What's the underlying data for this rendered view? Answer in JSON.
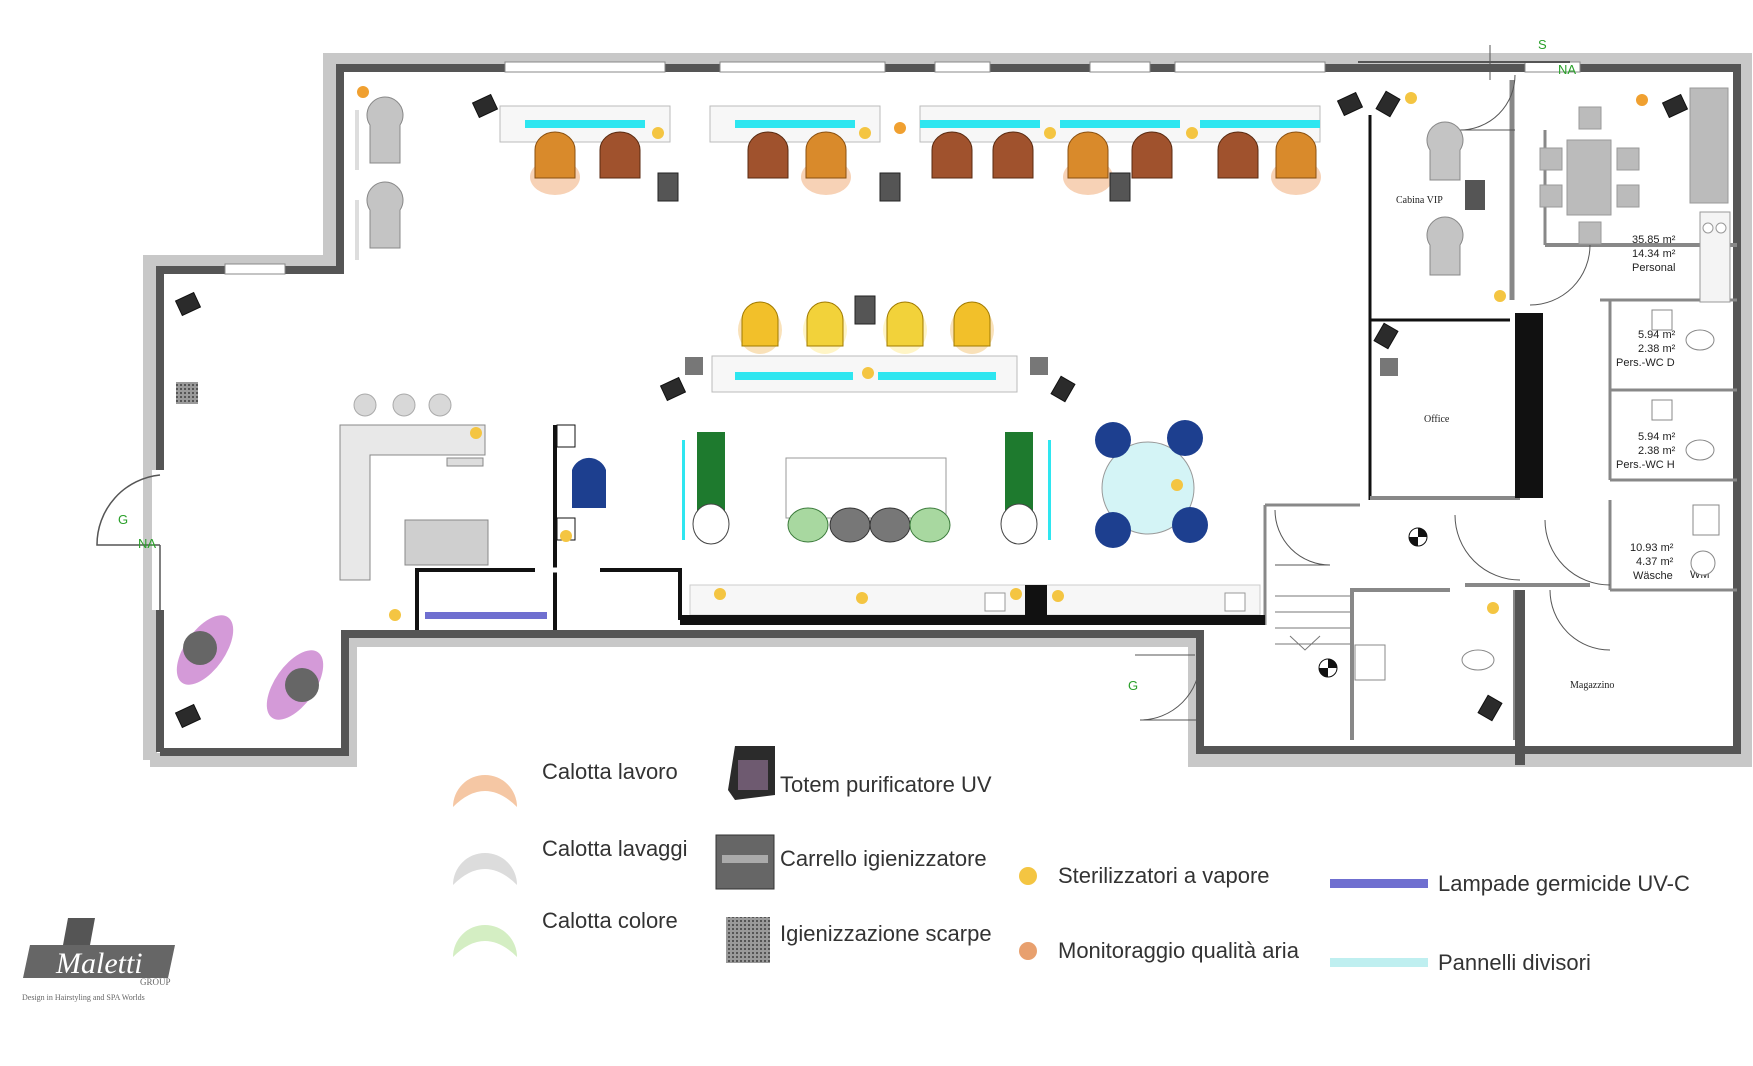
{
  "colors": {
    "wall": "#555555",
    "wall_light": "#bdbdbd",
    "calotta_lavoro": "#f5c7a4",
    "calotta_lavaggi": "#dcdcdc",
    "calotta_colore": "#d4eec3",
    "sterilizzatori": "#f4c542",
    "monitoraggio": "#e8a06e",
    "lampade_uvc": "#6f6fd0",
    "pannelli": "#bfeff0",
    "cyan_panel": "#2ee6f0",
    "chair_orange": "#e79a3a",
    "chair_brown": "#a0522d",
    "chair_yellow": "#f2d23a",
    "chair_blue": "#1d3f8f",
    "chair_green": "#1e7a2e",
    "seat_purple": "#d49ad8",
    "table_cyan": "#d4f4f6"
  },
  "rooms": {
    "cabina_vip": "Cabina VIP",
    "office": "Office",
    "magazzino": "Magazzino",
    "personal_area1": "35.85 m²",
    "personal_area2": "14.34 m²",
    "personal_label": "Personal",
    "wcd_area1": "5.94 m²",
    "wcd_area2": "2.38 m²",
    "wcd_label": "Pers.-WC D",
    "wch_area1": "5.94 m²",
    "wch_area2": "2.38 m²",
    "wch_label": "Pers.-WC H",
    "wasche_area1": "10.93 m²",
    "wasche_area2": "4.37 m²",
    "wasche_label": "Wäsche",
    "wm_label": "WM"
  },
  "markers": {
    "s_top": "S",
    "na_top": "NA",
    "g_left": "G",
    "na_left": "NA",
    "g_bottom": "G"
  },
  "legend": {
    "calotta_lavoro": "Calotta lavoro",
    "calotta_lavaggi": "Calotta lavaggi",
    "calotta_colore": "Calotta colore",
    "totem": "Totem purificatore UV",
    "carrello": "Carrello igienizzatore",
    "scarpe": "Igienizzazione scarpe",
    "sterilizzatori": "Sterilizzatori a vapore",
    "monitoraggio": "Monitoraggio qualità aria",
    "lampade": "Lampade germicide UV-C",
    "pannelli": "Pannelli divisori"
  },
  "logo": {
    "name": "Maletti",
    "group": "GROUP",
    "tagline": "Design in Hairstyling and SPA Worlds"
  }
}
